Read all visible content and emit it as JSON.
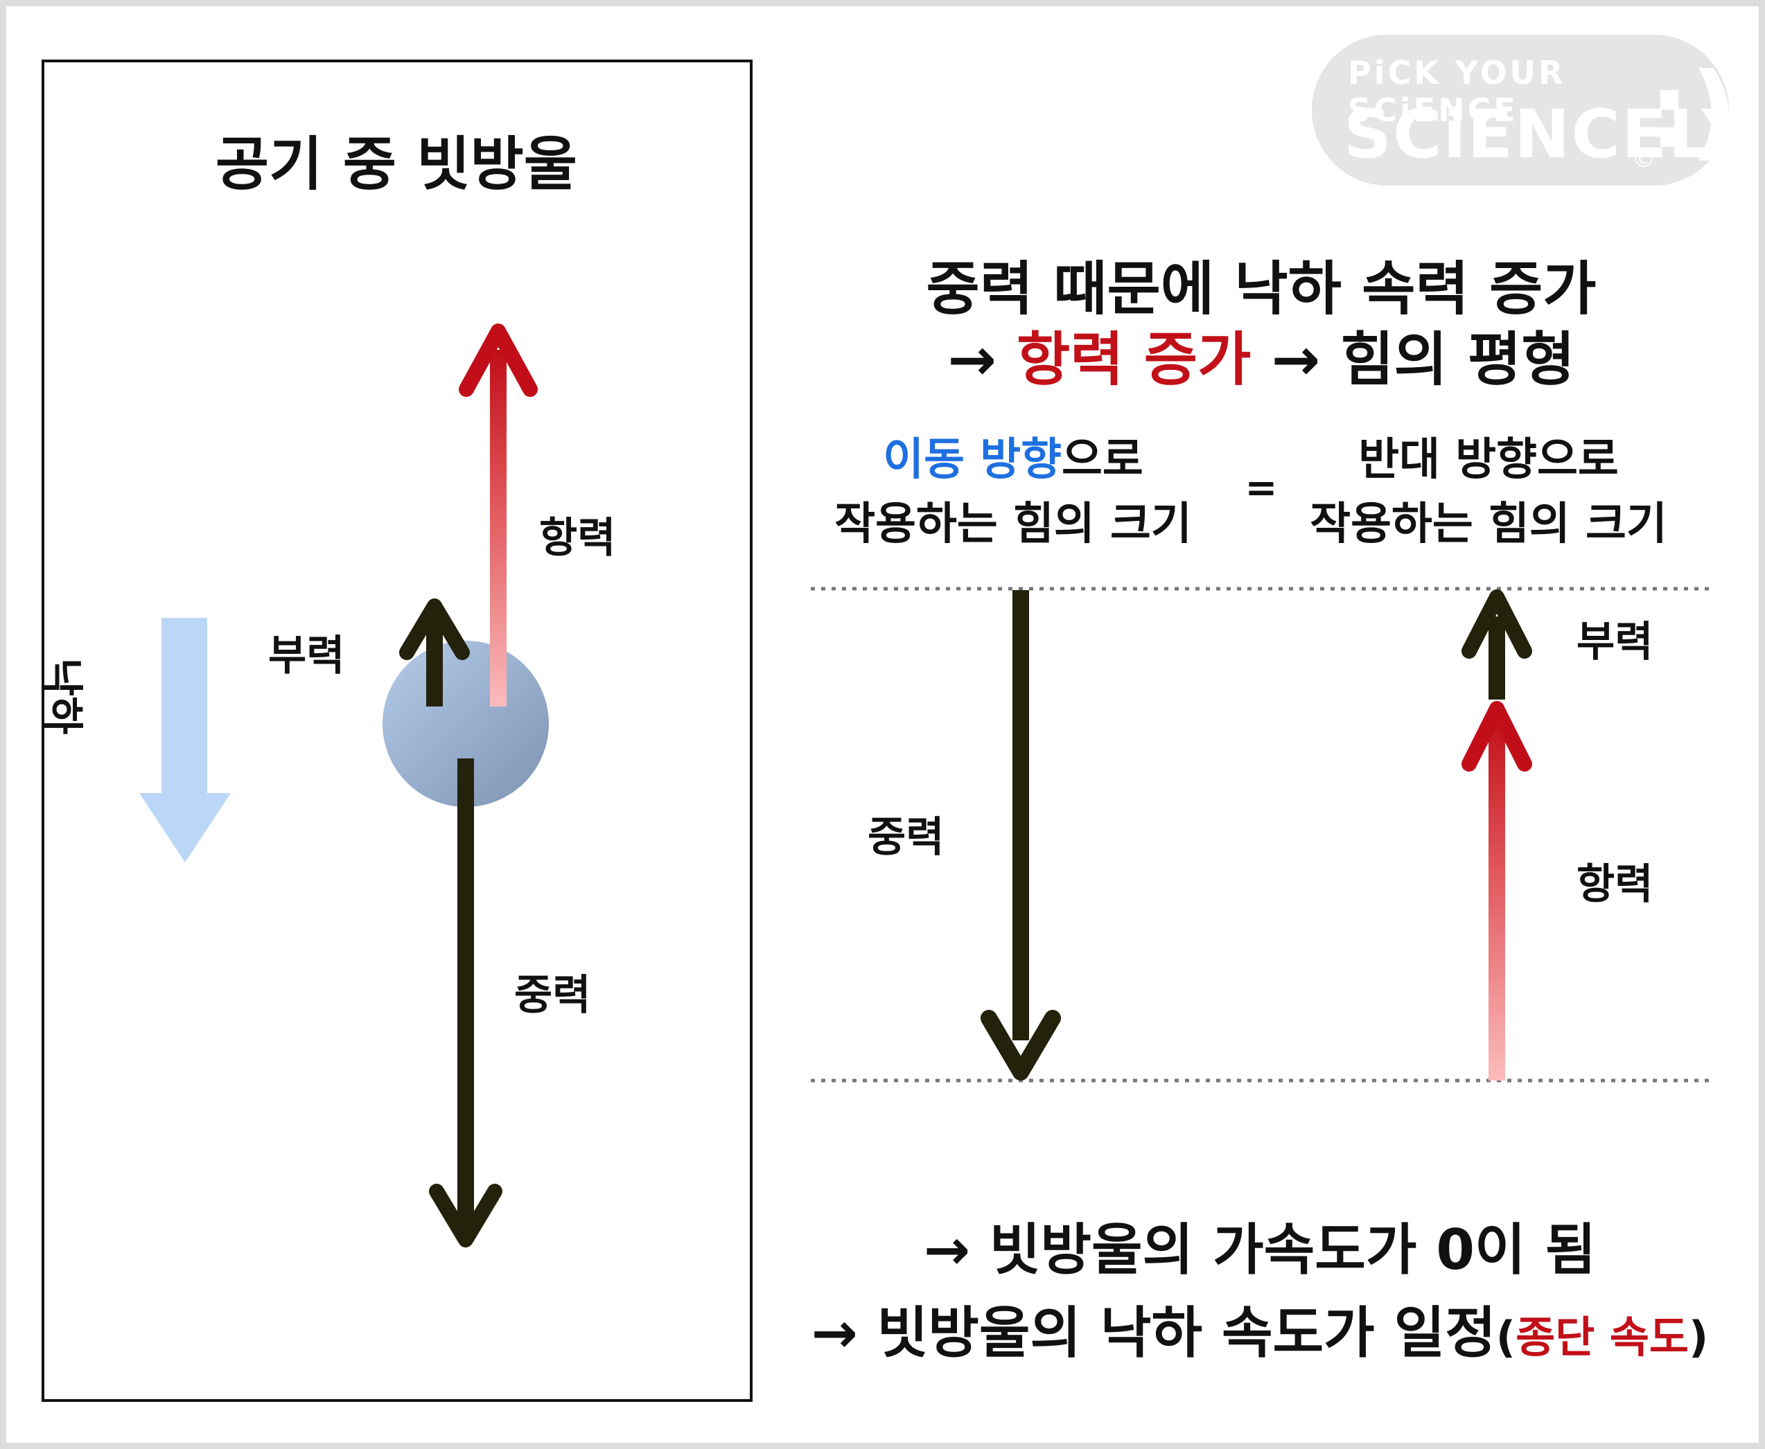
{
  "logo": {
    "tagline": "PiCK YOUR SCiENCE",
    "name": "SCiENCELY",
    "smile": ":)",
    "copyright": "©"
  },
  "left_panel": {
    "title": "공기 중 빗방울",
    "fall_label": "낙하",
    "lift_label": "항력",
    "buoyancy_label": "부력",
    "gravity_label": "중력"
  },
  "right_panel": {
    "headline": {
      "line1": "중력 때문에 낙하 속력 증가",
      "line2_arrow1": "→ ",
      "line2_drag": "항력 증가",
      "line2_arrow2": " → 힘의 평형"
    },
    "equation": {
      "left_highlight": "이동 방향",
      "left_rest": "으로",
      "left_line2": "작용하는 힘의 크기",
      "equals": "=",
      "right_line1": "반대 방향으로",
      "right_line2": "작용하는 힘의 크기"
    },
    "gravity_label": "중력",
    "buoyancy_label": "부력",
    "drag_label": "항력",
    "conclusion": {
      "line1": "→ 빗방울의 가속도가 0이 됨",
      "line2_main": "→ 빗방울의 낙하 속도가 일정",
      "line2_paren_open": "(",
      "line2_terminal": "종단 속도",
      "line2_paren_close": ")"
    }
  },
  "colors": {
    "dark_arrow": "#23220a",
    "drag_red": "#c21018",
    "drag_pink": "#f7b7b7",
    "fall_blue": "#bcd6f7",
    "drop_blue": "#9fb6d6",
    "highlight_blue": "#1e6fe0"
  }
}
